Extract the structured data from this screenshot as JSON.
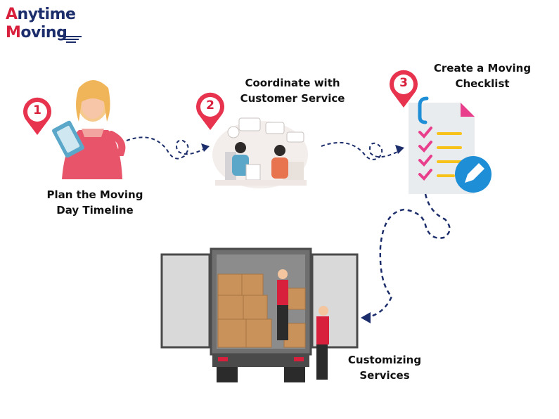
{
  "brand": {
    "name_line1_first": "A",
    "name_line1_rest": "nytime",
    "name_line2_first": "M",
    "name_line2_rest": "oving",
    "colors": {
      "primary_red": "#d81f3c",
      "navy": "#1c2d6b",
      "badge_red": "#e8334f"
    }
  },
  "steps": [
    {
      "number": "1",
      "label": "Plan the Moving\nDay Timeline",
      "icon": "woman-with-clipboard-icon"
    },
    {
      "number": "2",
      "label": "Coordinate with\nCustomer Service",
      "icon": "customer-service-meeting-icon"
    },
    {
      "number": "3",
      "label": "Create a Moving\nChecklist",
      "icon": "checklist-clipboard-icon"
    },
    {
      "number": "",
      "label": "Customizing\nServices",
      "icon": "moving-truck-icon"
    }
  ]
}
